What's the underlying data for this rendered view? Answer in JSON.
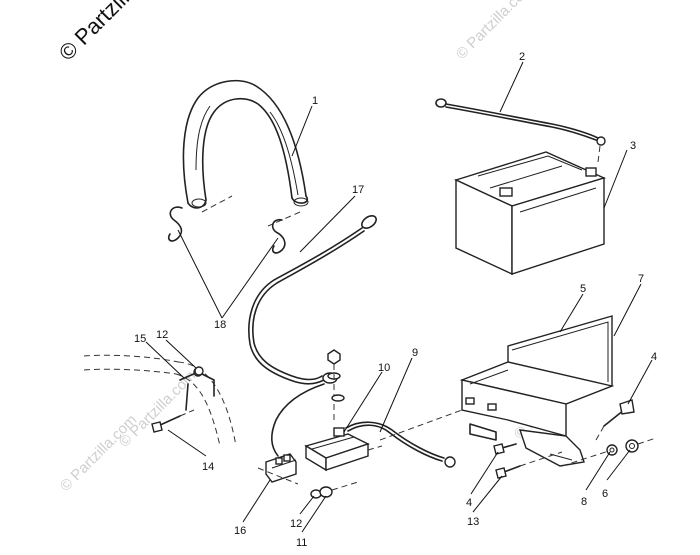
{
  "watermark": {
    "main": "© Partzilla.com",
    "faint": "© Partzilla.com"
  },
  "callouts": {
    "c1": "1",
    "c2": "2",
    "c3": "3",
    "c4a": "4",
    "c4b": "4",
    "c5": "5",
    "c6": "6",
    "c7": "7",
    "c8": "8",
    "c9": "9",
    "c10": "10",
    "c11": "11",
    "c12a": "12",
    "c12b": "12",
    "c13": "13",
    "c14": "14",
    "c15": "15",
    "c16": "16",
    "c17": "17",
    "c18": "18"
  }
}
